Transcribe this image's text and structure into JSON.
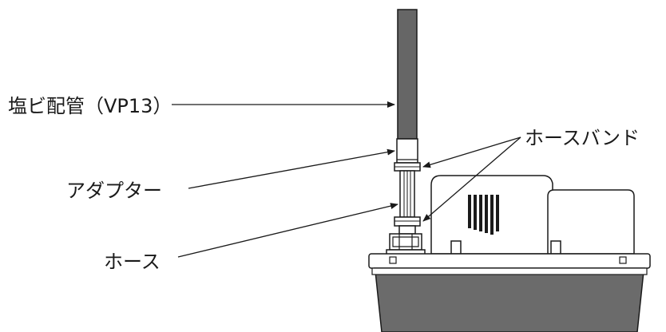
{
  "labels": {
    "pvc_pipe": "塩ビ配管（VP13）",
    "hose_band": "ホースバンド",
    "adapter": "アダプター",
    "hose": "ホース"
  },
  "colors": {
    "pipe_fill": "#666666",
    "tank_fill": "#6b6b6b",
    "line": "#1a1a1a",
    "background": "#ffffff"
  }
}
